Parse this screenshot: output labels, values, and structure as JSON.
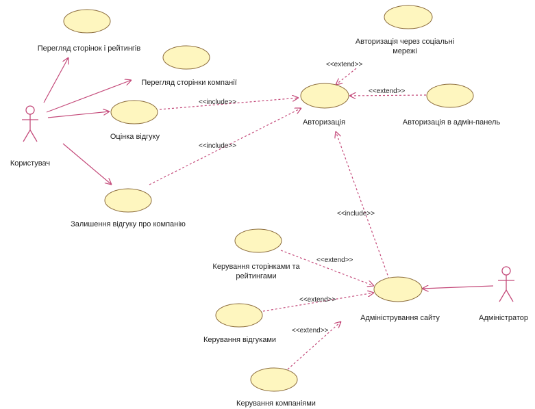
{
  "diagram": {
    "actors": [
      {
        "id": "user",
        "label": "Користувач"
      },
      {
        "id": "admin",
        "label": "Адміністратор"
      }
    ],
    "use_cases": [
      {
        "id": "view_pages",
        "label": "Перегляд сторінок і рейтингів"
      },
      {
        "id": "view_company",
        "label": "Перегляд сторінки компанії"
      },
      {
        "id": "rate_review",
        "label": "Оцінка відгуку"
      },
      {
        "id": "leave_review",
        "label": "Залишення відгуку про компанію"
      },
      {
        "id": "auth",
        "label": "Авторизація"
      },
      {
        "id": "auth_social",
        "label_line1": "Авторизація через соціальні",
        "label_line2": "мережі"
      },
      {
        "id": "auth_admin",
        "label": "Авторизація в адмін-панель"
      },
      {
        "id": "manage_pages",
        "label_line1": "Керування сторінками та",
        "label_line2": "рейтингами"
      },
      {
        "id": "manage_reviews",
        "label": "Керування відгуками"
      },
      {
        "id": "manage_companies",
        "label": "Керування компаніями"
      },
      {
        "id": "site_admin",
        "label": "Адміністрування сайту"
      }
    ],
    "relations": {
      "include": "<<include>>",
      "extend": "<<extend>>"
    }
  }
}
